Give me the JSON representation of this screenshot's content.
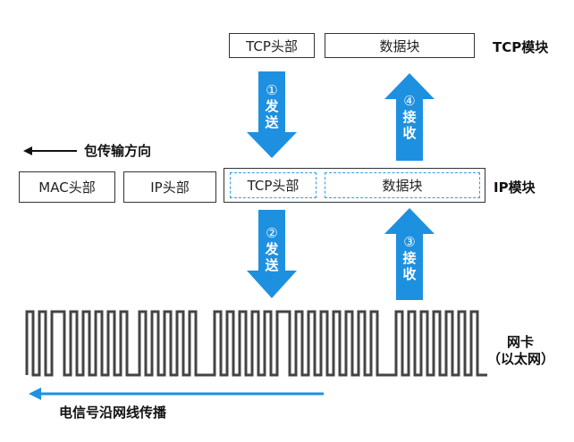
{
  "tcp_row": {
    "tcp_header": "TCP头部",
    "data_block": "数据块",
    "module_label": "TCP模块"
  },
  "ip_row": {
    "mac_header": "MAC头部",
    "ip_header": "IP头部",
    "tcp_header": "TCP头部",
    "data_block": "数据块",
    "module_label": "IP模块"
  },
  "packet_direction": "包传输方向",
  "nic": {
    "line1": "网卡",
    "line2": "（以太网）"
  },
  "signal_direction": "电信号沿网线传播",
  "arrows": {
    "a1": {
      "num": "①",
      "c1": "发",
      "c2": "送"
    },
    "a2": {
      "num": "②",
      "c1": "发",
      "c2": "送"
    },
    "a3": {
      "num": "③",
      "c1": "接",
      "c2": "收"
    },
    "a4": {
      "num": "④",
      "c1": "接",
      "c2": "收"
    }
  },
  "colors": {
    "arrow_blue": "#1e90e0",
    "dashed_blue": "#2a9ee0",
    "signal_line": "#444444"
  }
}
